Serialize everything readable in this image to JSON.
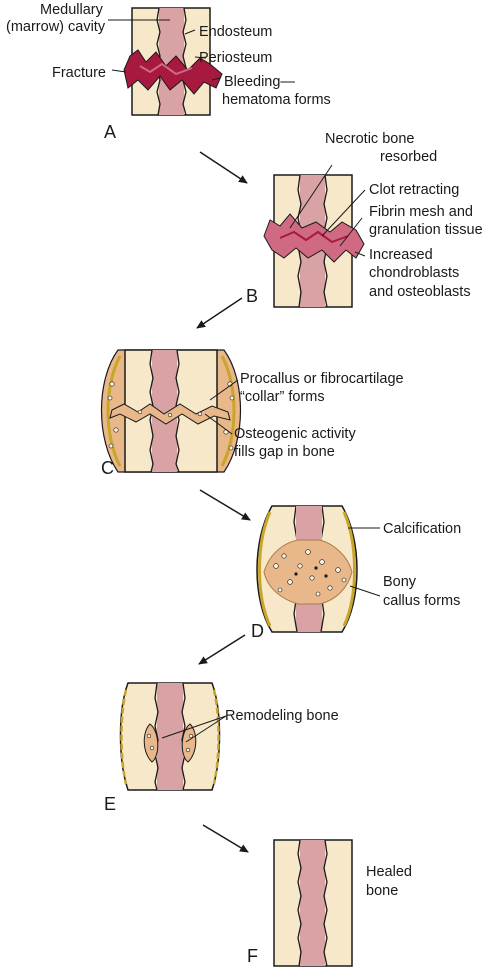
{
  "colors": {
    "bone": "#f6e8c8",
    "marrow": "#d9a3a6",
    "outline": "#1a1a1a",
    "periosteum": "#c9a52a",
    "hematoma": "#a8193f",
    "hematoma_light": "#cf6a82",
    "callus": "#e8b88a"
  },
  "stages": {
    "A": {
      "letter": "A",
      "labels": {
        "medullary_1": "Medullary",
        "medullary_2": "(marrow) cavity",
        "endosteum": "Endosteum",
        "periosteum": "Periosteum",
        "fracture": "Fracture",
        "bleeding_1": "Bleeding—",
        "bleeding_2": "hematoma forms"
      }
    },
    "B": {
      "letter": "B",
      "labels": {
        "necrotic_1": "Necrotic bone",
        "necrotic_2": "resorbed",
        "clot": "Clot retracting",
        "fibrin_1": "Fibrin mesh and",
        "fibrin_2": "granulation tissue",
        "increased_1": "Increased",
        "increased_2": "chondroblasts",
        "increased_3": "and osteoblasts"
      }
    },
    "C": {
      "letter": "C",
      "labels": {
        "procallus_1": "Procallus or fibrocartilage",
        "procallus_2": "“collar” forms",
        "osteogenic_1": "Osteogenic activity",
        "osteogenic_2": "fills gap in bone"
      }
    },
    "D": {
      "letter": "D",
      "labels": {
        "calcification": "Calcification",
        "bony_1": "Bony",
        "bony_2": "callus forms"
      }
    },
    "E": {
      "letter": "E",
      "labels": {
        "remodeling": "Remodeling bone"
      }
    },
    "F": {
      "letter": "F",
      "labels": {
        "healed_1": "Healed",
        "healed_2": "bone"
      }
    }
  }
}
